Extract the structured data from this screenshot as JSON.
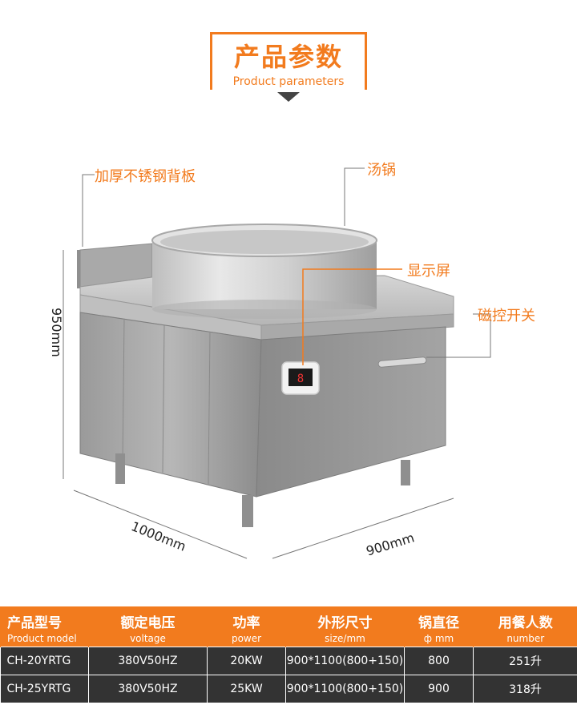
{
  "header": {
    "title": "产品参数",
    "subtitle": "Product parameters"
  },
  "callouts": {
    "back_panel": "加厚不锈钢背板",
    "pot": "汤锅",
    "display": "显示屏",
    "switch": "磁控开关"
  },
  "dimensions": {
    "height": "950mm",
    "depth": "1000mm",
    "width": "900mm"
  },
  "display_readout": "8",
  "table": {
    "headers": [
      {
        "label": "产品型号",
        "sub": "Product model"
      },
      {
        "label": "额定电压",
        "sub": "voltage"
      },
      {
        "label": "功率",
        "sub": "power"
      },
      {
        "label": "外形尺寸",
        "sub": "size/mm"
      },
      {
        "label": "锅直径",
        "sub": "ф mm"
      },
      {
        "label": "用餐人数",
        "sub": "number"
      }
    ],
    "rows": [
      [
        "CH-20YRTG",
        "380V50HZ",
        "20KW",
        "900*1100(800+150)",
        "800",
        "251升"
      ],
      [
        "CH-25YRTG",
        "380V50HZ",
        "25KW",
        "900*1100(800+150)",
        "900",
        "318升"
      ]
    ]
  },
  "colors": {
    "accent": "#f27b1e",
    "table_body": "#333333"
  }
}
